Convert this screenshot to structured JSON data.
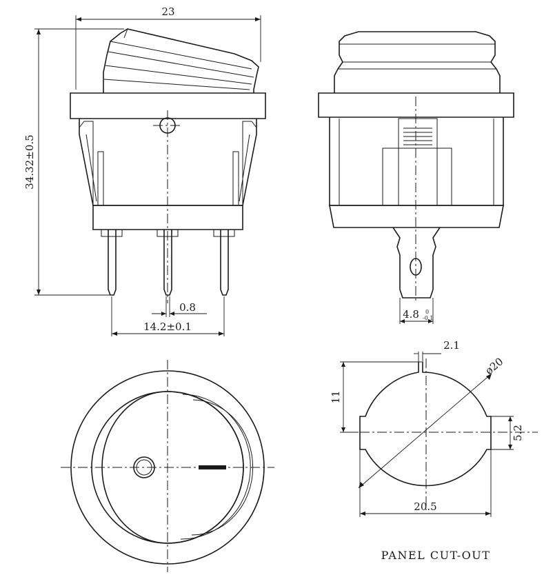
{
  "dimensions": {
    "width_top": "23",
    "height_side": "34.32±0.5",
    "pin_thickness": "0.8",
    "pin_pitch": "14.2±0.1",
    "terminal_width": "4.8",
    "terminal_tol_upper": "0",
    "terminal_tol_lower": "-0.1",
    "cutout_slot": "2.1",
    "cutout_diameter": "ø20",
    "cutout_height": "11",
    "cutout_notch": "5.2",
    "cutout_width": "20.5"
  },
  "labels": {
    "panel_cutout": "PANEL CUT-OUT"
  }
}
